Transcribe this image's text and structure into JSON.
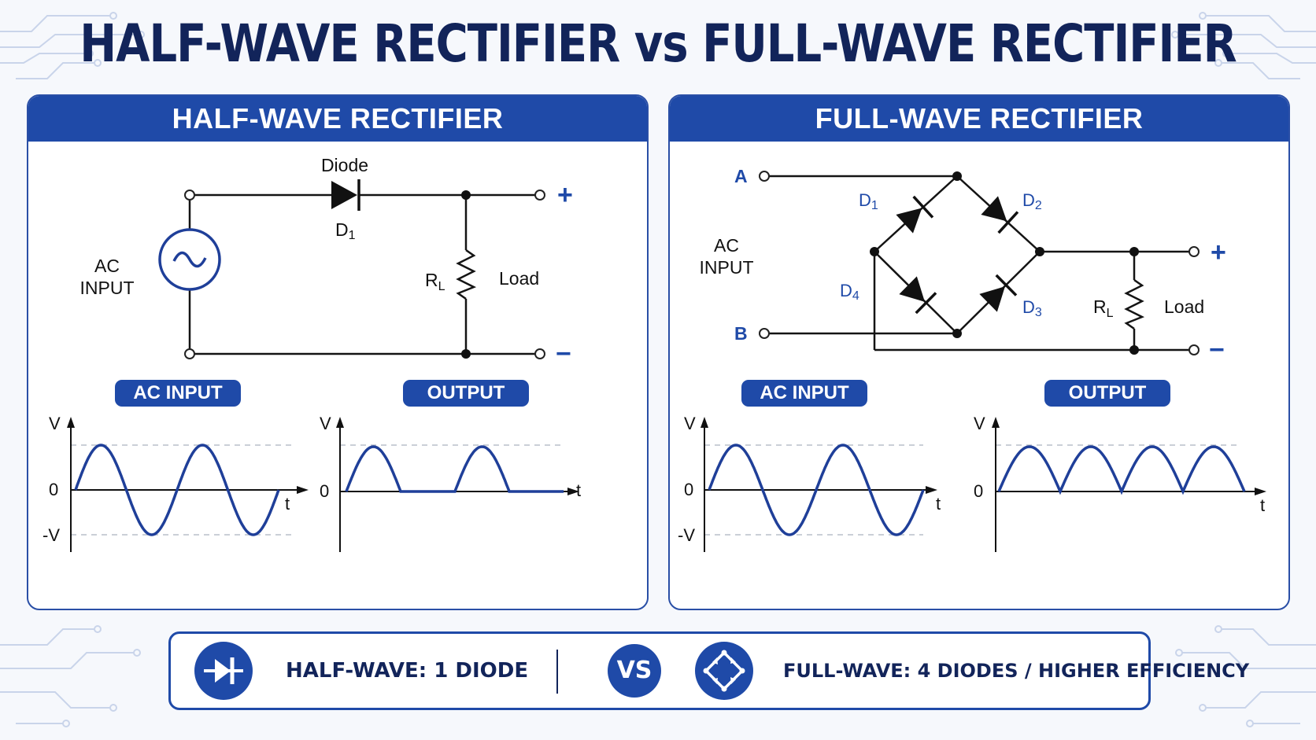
{
  "title": "HALF-WAVE RECTIFIER vs FULL-WAVE RECTIFIER",
  "colors": {
    "navy": "#12245a",
    "blue": "#1f4aa8",
    "wave": "#1f3f99",
    "grid": "#b9bfca"
  },
  "half_wave": {
    "header": "HALF-WAVE RECTIFIER",
    "diode_label": "Diode",
    "diode_ref": "D",
    "diode_sub": "1",
    "ac_line1": "AC",
    "ac_line2": "INPUT",
    "rl_main": "R",
    "rl_sub": "L",
    "load": "Load",
    "plus": "+",
    "minus": "−",
    "ac_input_pill": "AC INPUT",
    "output_pill": "OUTPUT",
    "graph_input": {
      "y_top": "V",
      "y_zero": "0",
      "y_bottom": "-V",
      "x": "t"
    },
    "graph_output": {
      "y_top": "V",
      "y_zero": "0",
      "x": "t"
    }
  },
  "full_wave": {
    "header": "FULL-WAVE RECTIFIER",
    "node_a": "A",
    "node_b": "B",
    "d1": "D",
    "d1_sub": "1",
    "d2": "D",
    "d2_sub": "2",
    "d3": "D",
    "d3_sub": "3",
    "d4": "D",
    "d4_sub": "4",
    "ac_line1": "AC",
    "ac_line2": "INPUT",
    "rl_main": "R",
    "rl_sub": "L",
    "load": "Load",
    "plus": "+",
    "minus": "−",
    "ac_input_pill": "AC INPUT",
    "output_pill": "OUTPUT",
    "graph_input": {
      "y_top": "V",
      "y_zero": "0",
      "y_bottom": "-V",
      "x": "t"
    },
    "graph_output": {
      "y_top": "V",
      "y_zero": "0",
      "x": "t"
    }
  },
  "bottom": {
    "half_text": "HALF-WAVE: 1 DIODE",
    "vs": "VS",
    "full_text": "FULL-WAVE: 4 DIODES / HIGHER EFFICIENCY",
    "half_icon": "diode-icon",
    "full_icon": "bridge-rectifier-icon"
  }
}
